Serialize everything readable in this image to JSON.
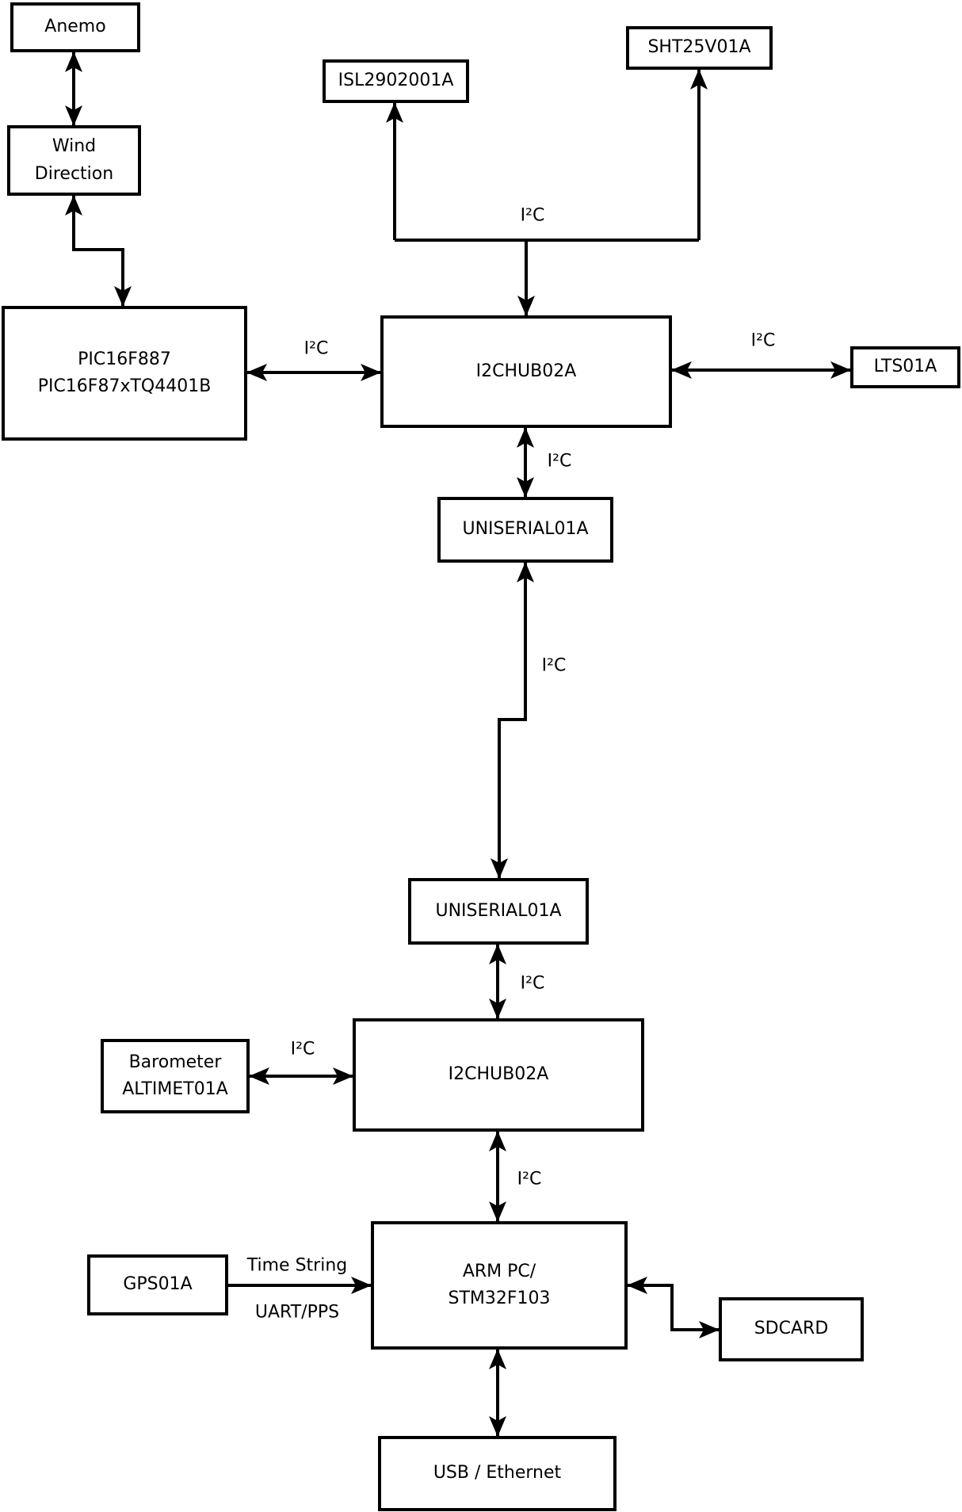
{
  "colors": {
    "line": "#000000",
    "background": "#ffffff",
    "text": "#000000"
  },
  "nodes": {
    "anemo": {
      "label": "Anemo"
    },
    "wind_direction": {
      "label": "Wind\nDirection"
    },
    "pic": {
      "label": "PIC16F887\nPIC16F87xTQ4401B"
    },
    "isl": {
      "label": "ISL2902001A"
    },
    "sht": {
      "label": "SHT25V01A"
    },
    "hub1": {
      "label": "I2CHUB02A"
    },
    "lts": {
      "label": "LTS01A"
    },
    "uniserial1": {
      "label": "UNISERIAL01A"
    },
    "uniserial2": {
      "label": "UNISERIAL01A"
    },
    "hub2": {
      "label": "I2CHUB02A"
    },
    "barometer": {
      "label": "Barometer\nALTIMET01A"
    },
    "gps": {
      "label": "GPS01A"
    },
    "armpc": {
      "label": "ARM PC/\nSTM32F103"
    },
    "sdcard": {
      "label": "SDCARD"
    },
    "usb_ethernet": {
      "label": "USB / Ethernet"
    }
  },
  "edges": {
    "anemo_winddir": {
      "from": "anemo",
      "to": "wind_direction",
      "arrows": "both",
      "label": ""
    },
    "winddir_pic": {
      "from": "wind_direction",
      "to": "pic",
      "arrows": "both",
      "label": ""
    },
    "pic_hub1": {
      "from": "pic",
      "to": "hub1",
      "arrows": "both",
      "label": "I²C"
    },
    "sensor_bus": {
      "from": "hub1",
      "to": "isl + sht",
      "arrows": "branch",
      "label": "I²C"
    },
    "hub1_lts": {
      "from": "hub1",
      "to": "lts",
      "arrows": "both",
      "label": "I²C"
    },
    "hub1_uniserial1": {
      "from": "hub1",
      "to": "uniserial1",
      "arrows": "both",
      "label": "I²C"
    },
    "uniserial1_uniserial2": {
      "from": "uniserial1",
      "to": "uniserial2",
      "arrows": "both",
      "label": "I²C"
    },
    "uniserial2_hub2": {
      "from": "uniserial2",
      "to": "hub2",
      "arrows": "both",
      "label": "I²C"
    },
    "barometer_hub2": {
      "from": "barometer",
      "to": "hub2",
      "arrows": "both",
      "label": "I²C"
    },
    "hub2_armpc": {
      "from": "hub2",
      "to": "armpc",
      "arrows": "both",
      "label": "I²C"
    },
    "gps_armpc": {
      "from": "gps",
      "to": "armpc",
      "arrows": "end",
      "label_top": "Time String",
      "label_bottom": "UART/PPS"
    },
    "armpc_sdcard": {
      "from": "armpc",
      "to": "sdcard",
      "arrows": "both",
      "label": ""
    },
    "armpc_usb": {
      "from": "armpc",
      "to": "usb_ethernet",
      "arrows": "both",
      "label": ""
    }
  }
}
